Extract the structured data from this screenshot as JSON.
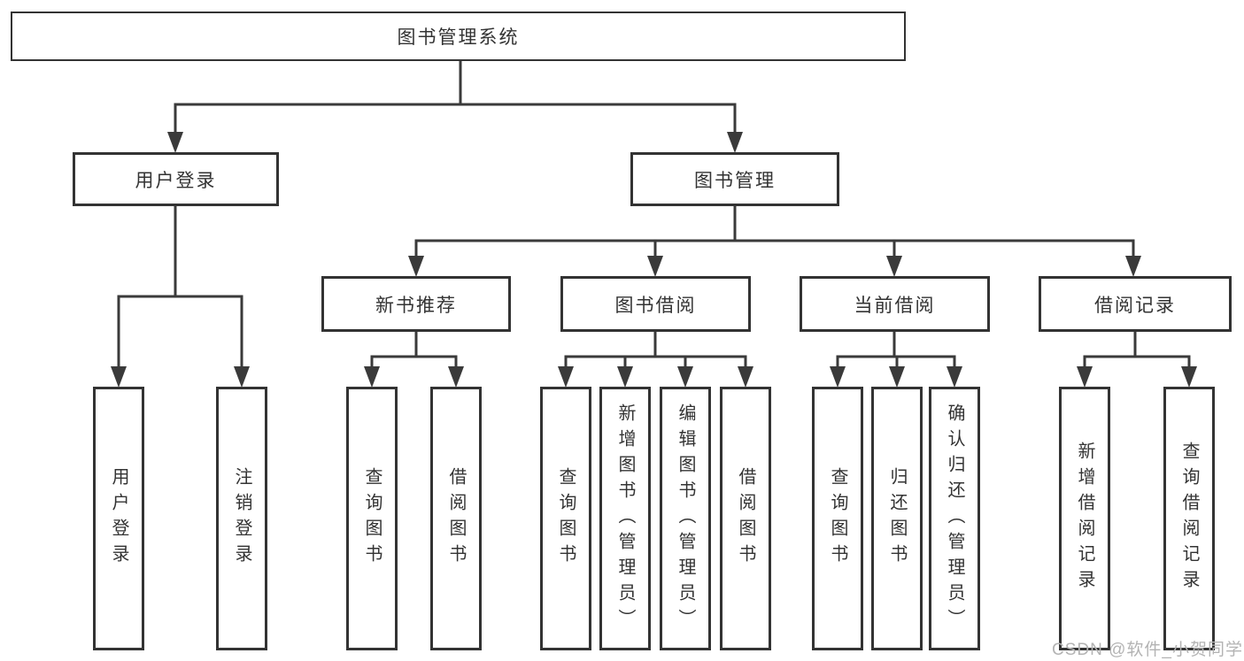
{
  "diagram": {
    "root": "图书管理系统",
    "level2": [
      "用户登录",
      "图书管理"
    ],
    "level3": [
      "新书推荐",
      "图书借阅",
      "当前借阅",
      "借阅记录"
    ],
    "level4": {
      "user_login": [
        "用户登录",
        "注销登录"
      ],
      "new_book_recommend": [
        "查询图书",
        "借阅图书"
      ],
      "book_borrowing": [
        "查询图书",
        "新增图书（管理员）",
        "编辑图书（管理员）",
        "借阅图书"
      ],
      "current_borrowing": [
        "查询图书",
        "归还图书",
        "确认归还（管理员）"
      ],
      "borrowing_records": [
        "新增借阅记录",
        "查询借阅记录"
      ]
    }
  },
  "watermark": {
    "text": "CSDN @软件_小贺同学"
  },
  "colors": {
    "line": "#3a3a3a",
    "box_border": "#333333",
    "text": "#333333",
    "watermark": "#b3b3b3",
    "background": "#ffffff"
  }
}
